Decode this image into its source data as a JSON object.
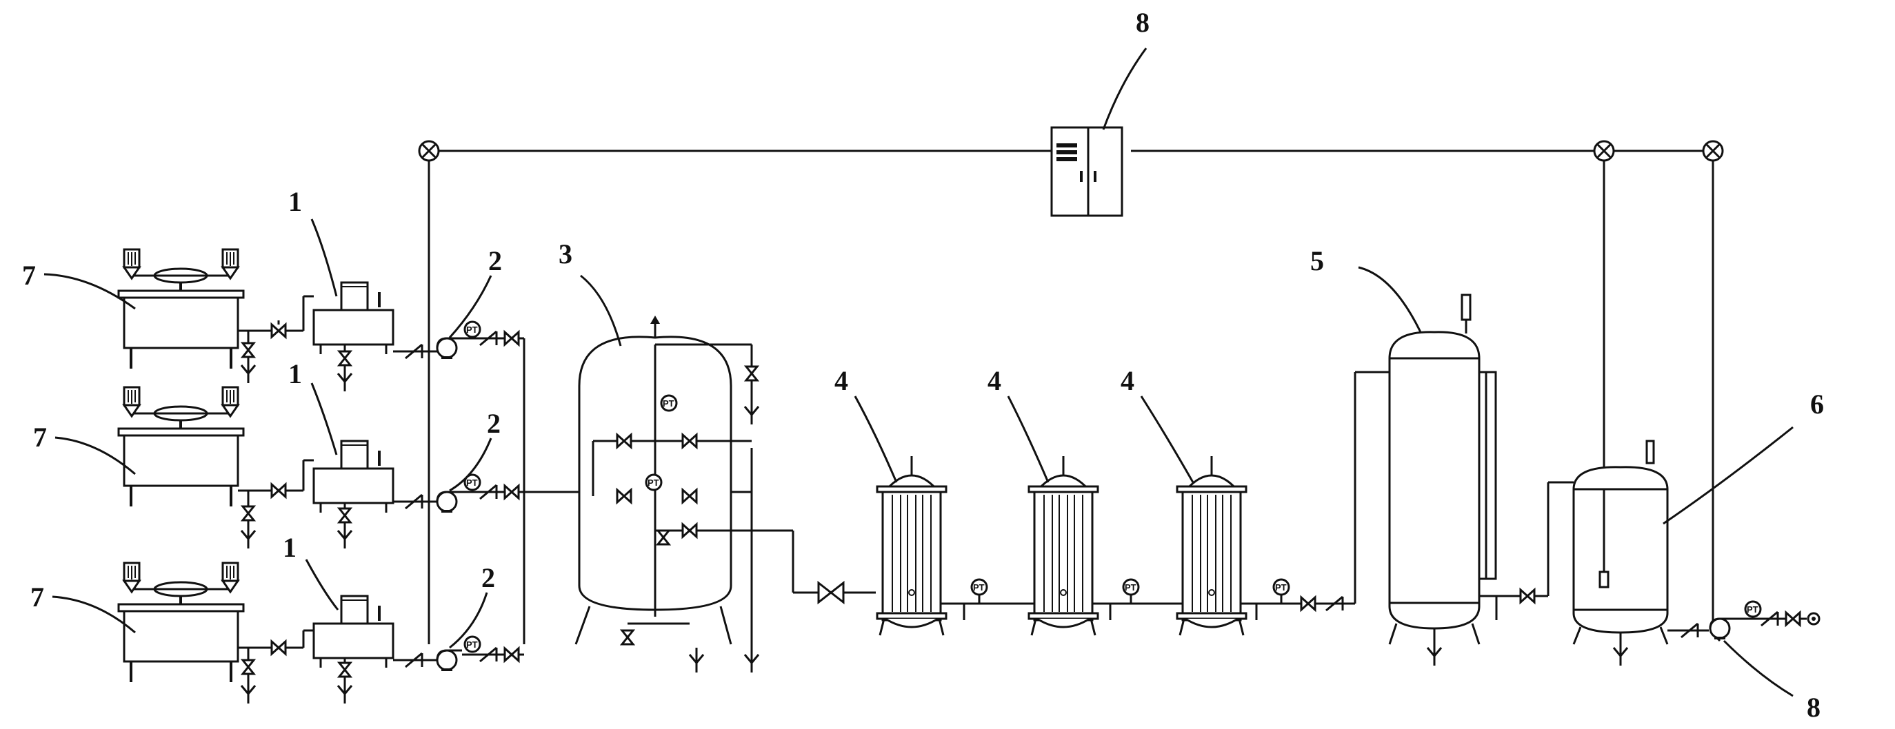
{
  "labels": {
    "tank_7": "7",
    "unit_1": "1",
    "pump_2": "2",
    "vessel_3": "3",
    "filter_4": "4",
    "tank_5": "5",
    "tank_6": "6",
    "controller_8": "8",
    "pump_8": "8"
  },
  "gauge_text": "PT"
}
